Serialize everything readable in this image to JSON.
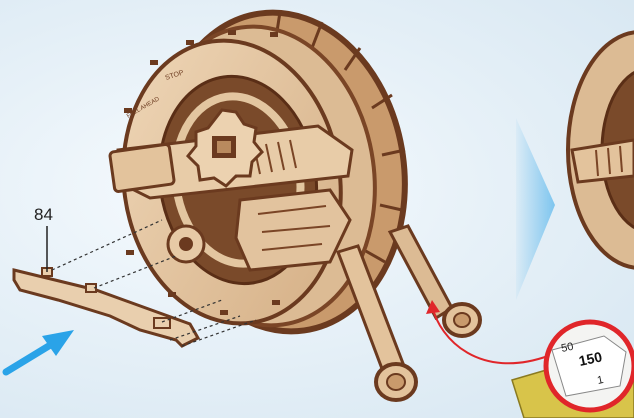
{
  "part_label": "84",
  "wheel_text": {
    "stop": "STOP",
    "full_ahead": "FULL AHEAD"
  },
  "map_numbers": {
    "primary": "150",
    "partial_top": "50",
    "partial_side": "1"
  },
  "colors": {
    "wood_light": "#e7caa6",
    "wood_mid": "#d3ad82",
    "wood_dark": "#6b3a1f",
    "arrow_blue": "#2aa3e8",
    "pointer_red": "#e0262a",
    "map_yellow": "#d8c44a"
  }
}
